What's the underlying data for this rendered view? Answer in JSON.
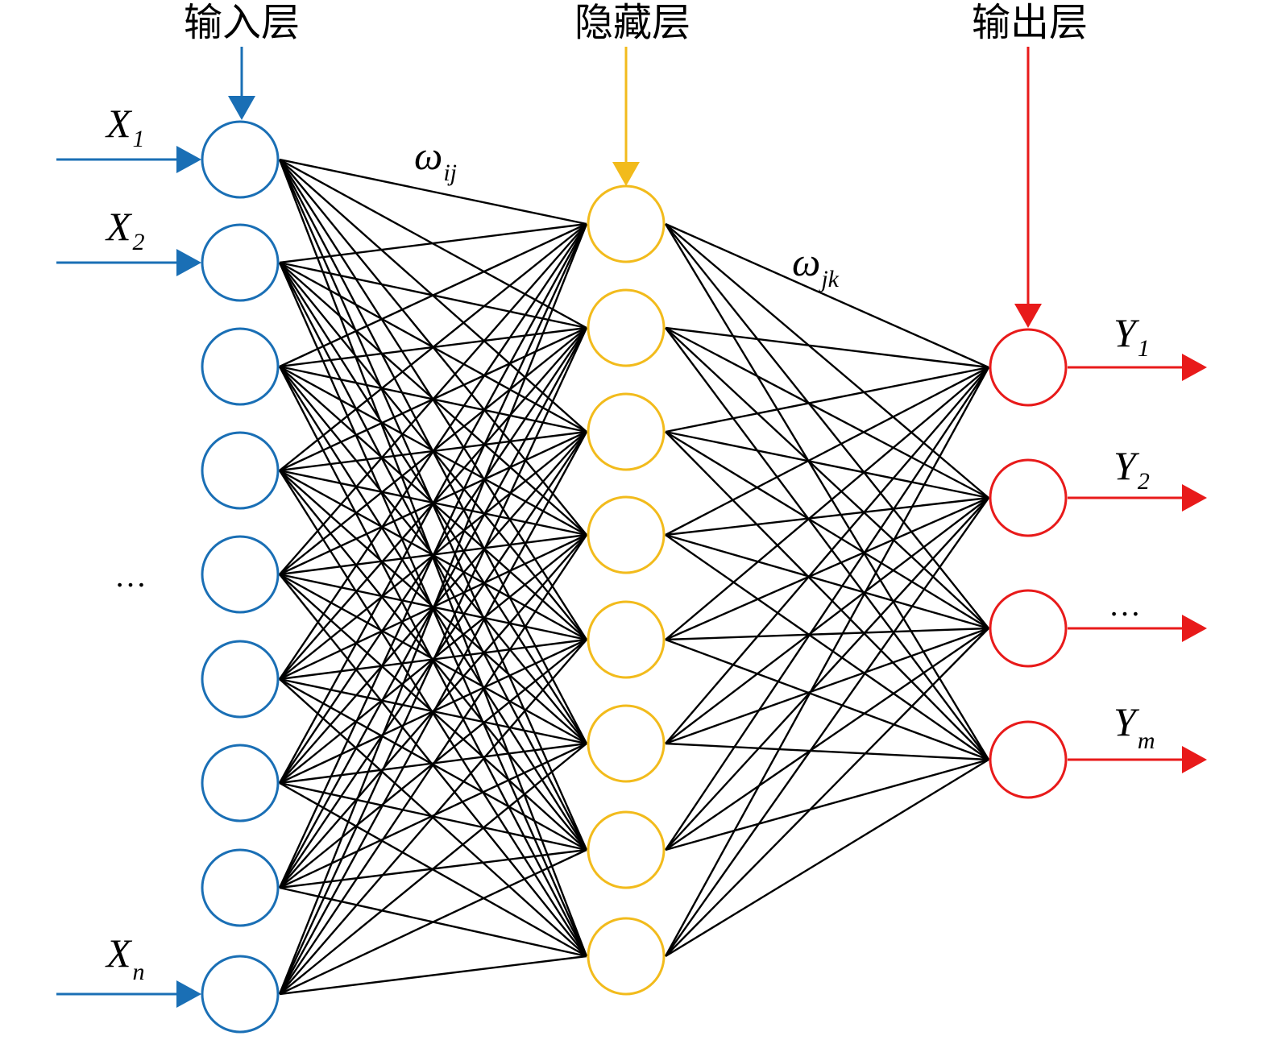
{
  "layers": {
    "input": {
      "title": "输入层",
      "color": "#1A6FB5",
      "neuron_count": 9
    },
    "hidden": {
      "title": "隐藏层",
      "color": "#F2BB1C",
      "neuron_count": 8
    },
    "output": {
      "title": "输出层",
      "color": "#E81A1A",
      "neuron_count": 4
    }
  },
  "inputs": {
    "x1": {
      "base": "X",
      "sub": "1"
    },
    "x2": {
      "base": "X",
      "sub": "2"
    },
    "xn": {
      "base": "X",
      "sub": "n"
    },
    "ellipsis": "…"
  },
  "outputs": {
    "y1": {
      "base": "Y",
      "sub": "1"
    },
    "y2": {
      "base": "Y",
      "sub": "2"
    },
    "ym": {
      "base": "Y",
      "sub": "m"
    },
    "ellipsis": "…"
  },
  "weights": {
    "w_ij": {
      "base": "ω",
      "sub": "ij"
    },
    "w_jk": {
      "base": "ω",
      "sub": "jk"
    }
  },
  "connection_color": "#000000"
}
